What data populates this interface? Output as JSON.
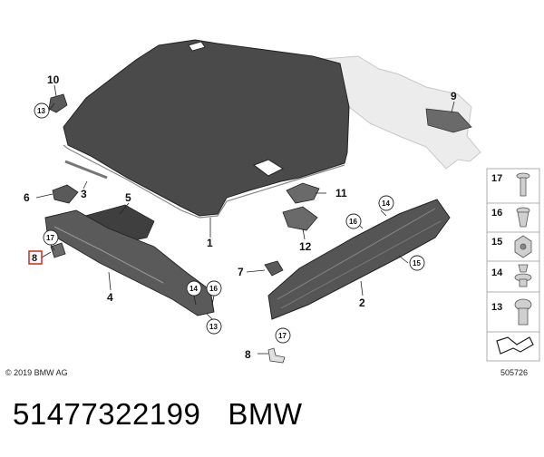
{
  "callouts": {
    "c1": "1",
    "c2": "2",
    "c3": "3",
    "c4": "4",
    "c5": "5",
    "c6": "6",
    "c7": "7",
    "c8": "8",
    "c8b": "8",
    "c9": "9",
    "c10": "10",
    "c11": "11",
    "c12": "12"
  },
  "circled": {
    "c13": "13",
    "c14a": "14",
    "c14b": "14",
    "c15": "15",
    "c16a": "16",
    "c16b": "16",
    "c17a": "17",
    "c17b": "17",
    "c13b": "13"
  },
  "legend": {
    "items": [
      "17",
      "16",
      "15",
      "14",
      "13"
    ]
  },
  "copyright": "© 2019 BMW AG",
  "doc_number": "505726",
  "footer": {
    "part_number": "51477322199",
    "brand": "BMW"
  },
  "colors": {
    "mat": "#4a4a4a",
    "part_dark": "#555555",
    "part_light": "#dcdcdc",
    "highlight": "#d9261c"
  }
}
